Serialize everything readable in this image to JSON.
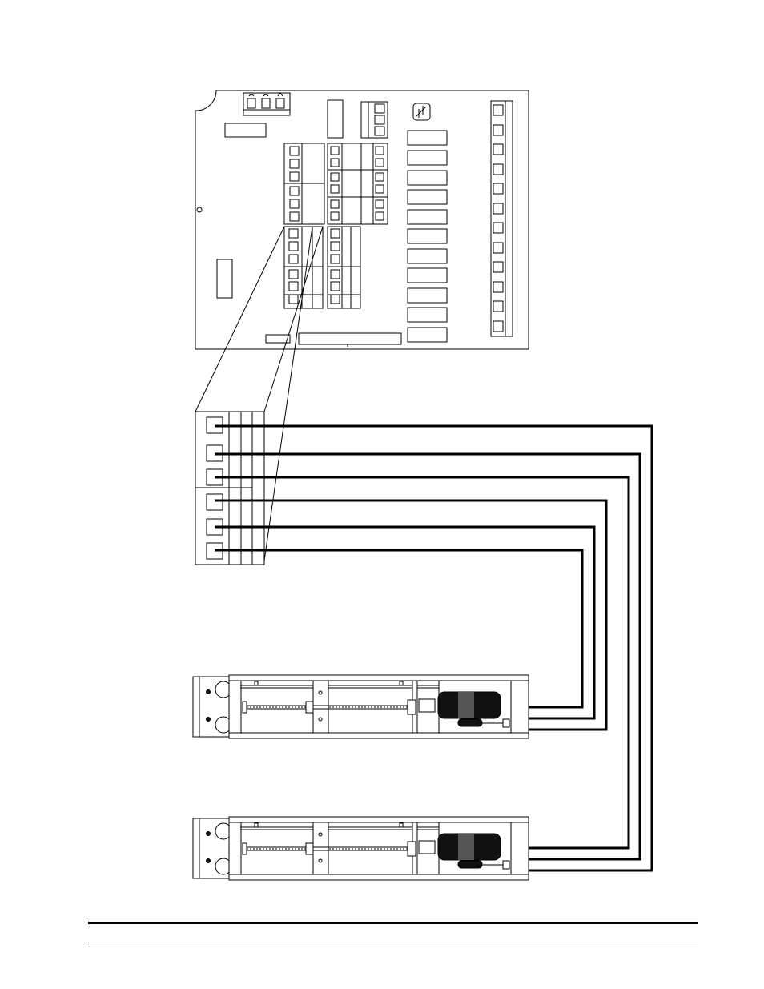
{
  "diagram": {
    "control_board": {
      "name": "control-board"
    },
    "terminal_block": {
      "terminals": 6
    },
    "actuators": [
      {
        "name": "actuator-upper"
      },
      {
        "name": "actuator-lower"
      }
    ]
  },
  "colors": {
    "line": "#000000",
    "background": "#ffffff",
    "motor": "#111111"
  }
}
